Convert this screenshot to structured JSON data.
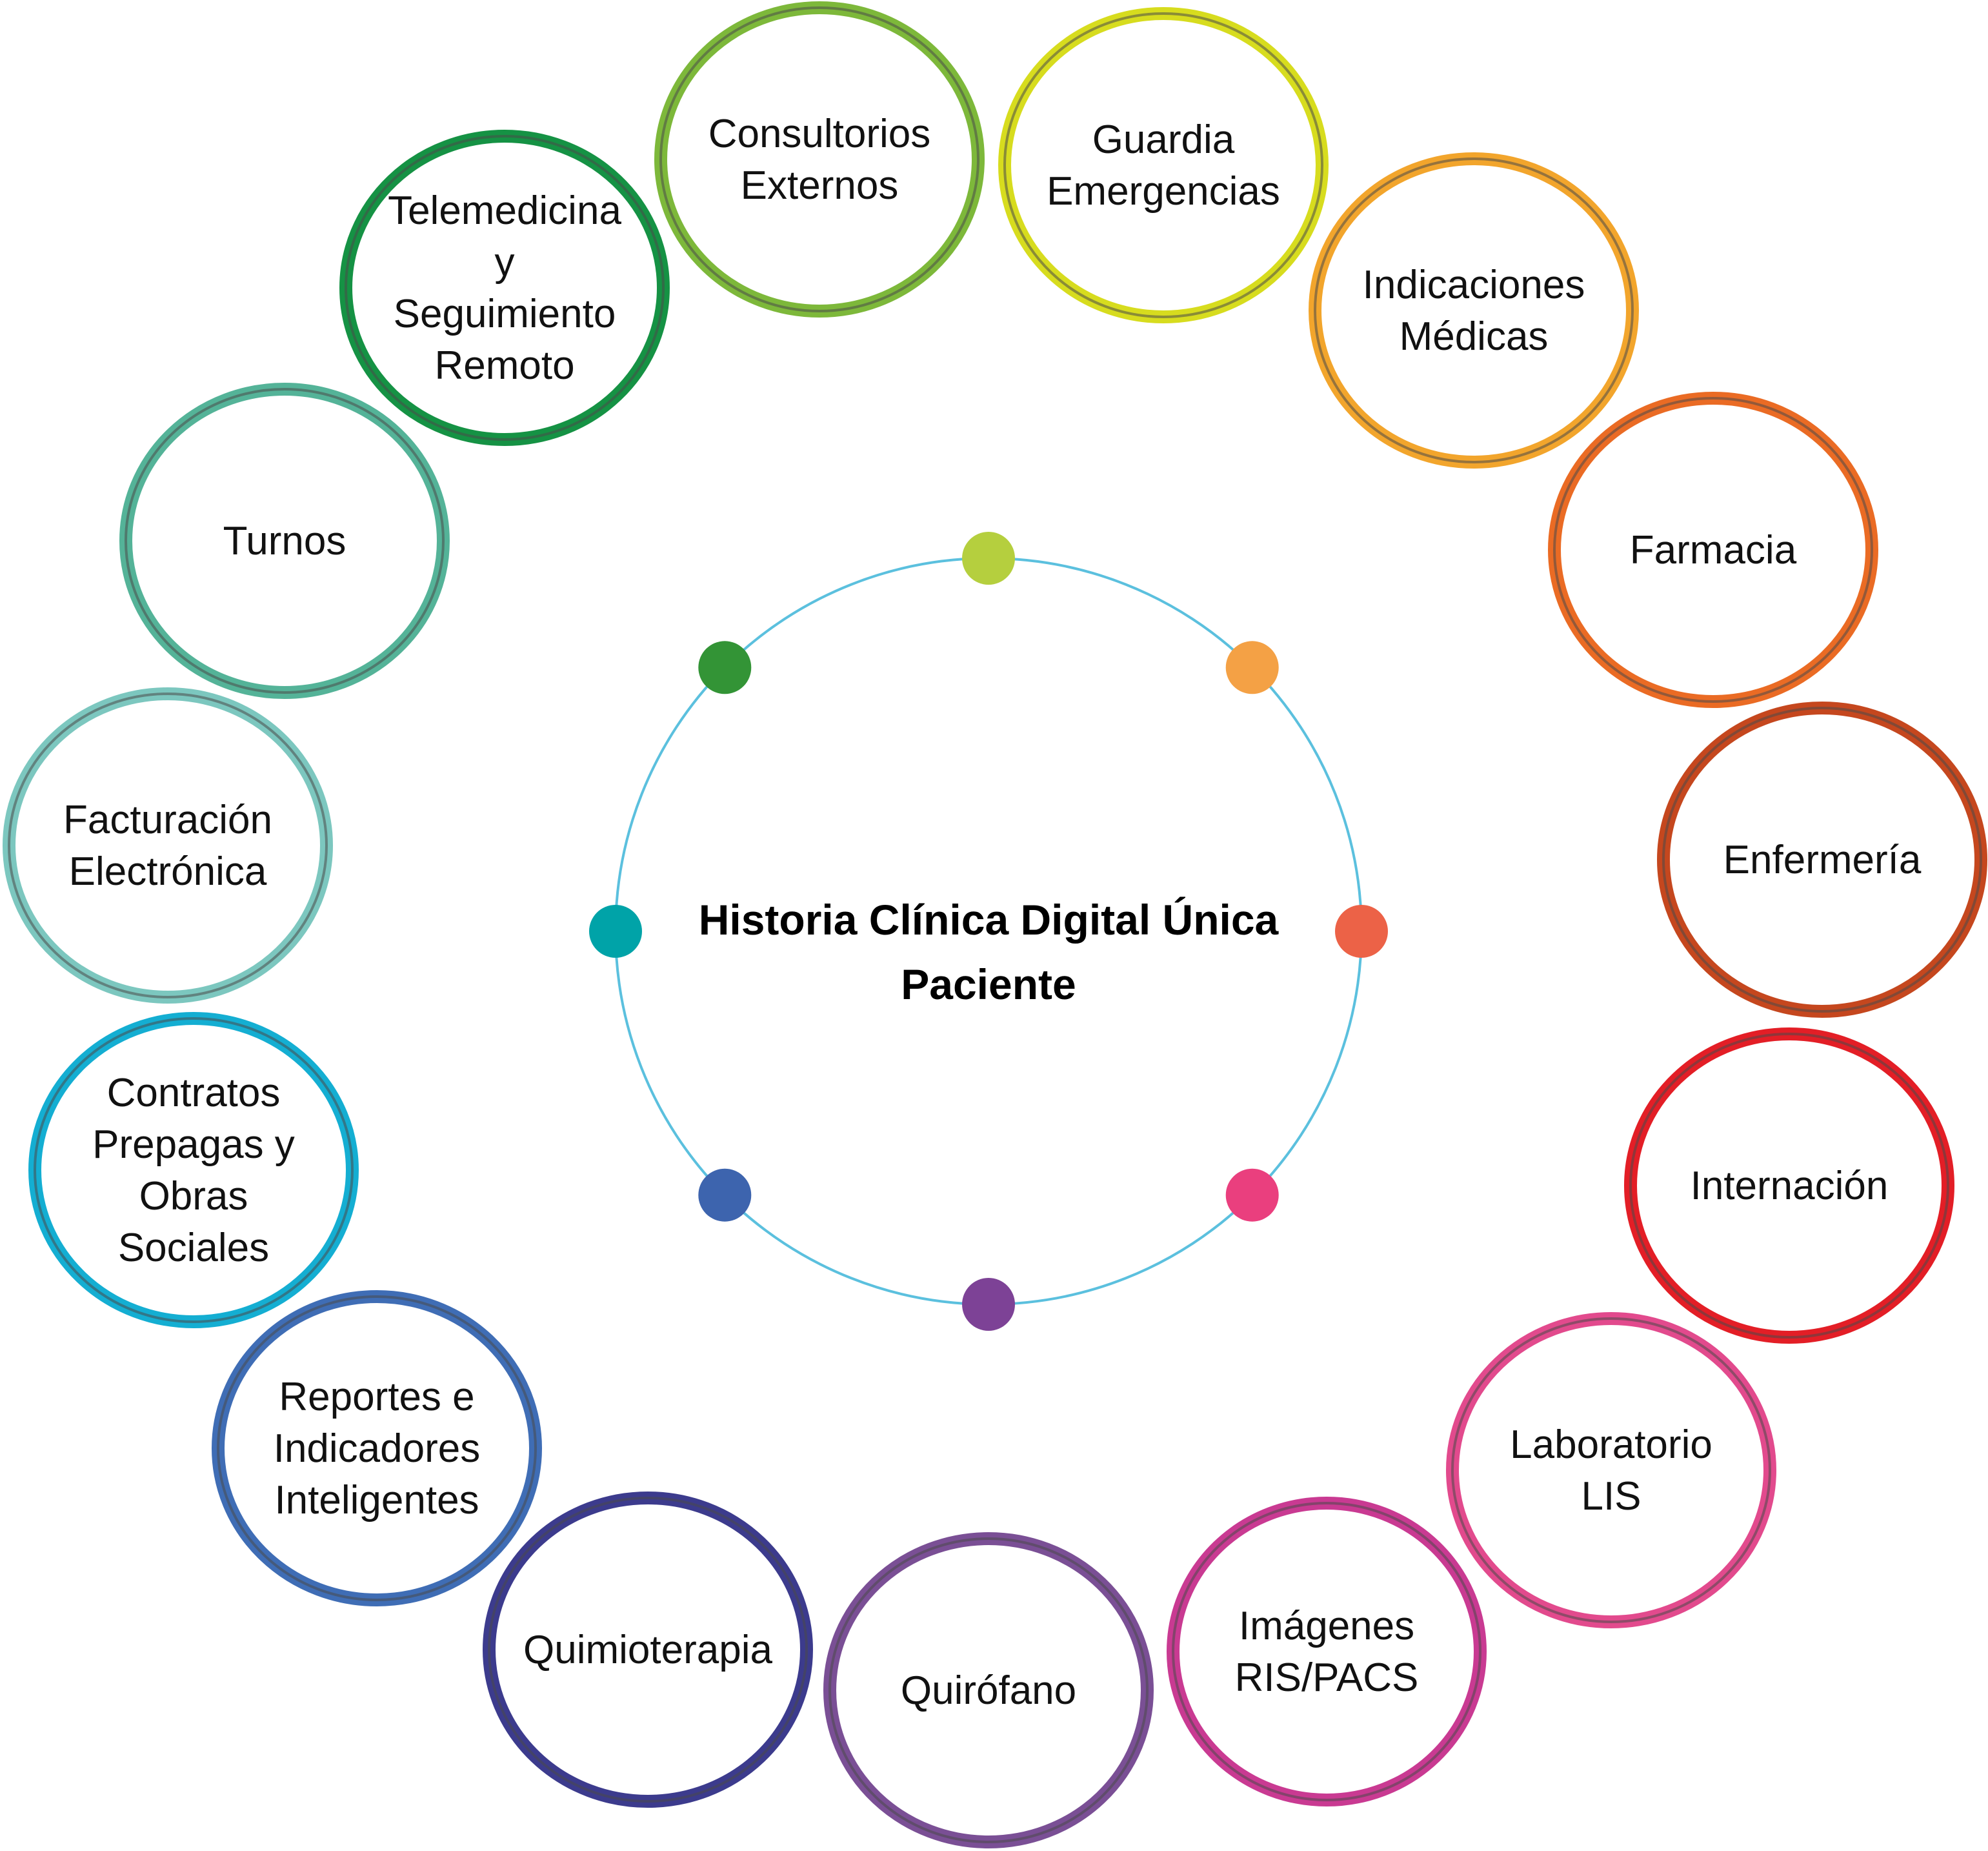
{
  "center": {
    "line1": "Historia Clínica Digital Única",
    "line2": "Paciente",
    "ring_color": "#5bc0de"
  },
  "dots": [
    {
      "name": "dot-top",
      "color": "#b5cf3e"
    },
    {
      "name": "dot-top-right",
      "color": "#f4a145"
    },
    {
      "name": "dot-right",
      "color": "#ec6247"
    },
    {
      "name": "dot-bottom-right",
      "color": "#ea3f7e"
    },
    {
      "name": "dot-bottom",
      "color": "#7d4296"
    },
    {
      "name": "dot-bottom-left",
      "color": "#3d64ae"
    },
    {
      "name": "dot-left",
      "color": "#00a3a8"
    },
    {
      "name": "dot-top-left",
      "color": "#339436"
    }
  ],
  "modules": [
    {
      "id": "consultorios-externos",
      "lines": [
        "Consultorios",
        "Externos"
      ],
      "color": "#7db83a"
    },
    {
      "id": "guardia-emergencias",
      "lines": [
        "Guardia",
        "Emergencias"
      ],
      "color": "#d7dc1e"
    },
    {
      "id": "indicaciones-medicas",
      "lines": [
        "Indicaciones",
        "Médicas"
      ],
      "color": "#f2a52c"
    },
    {
      "id": "farmacia",
      "lines": [
        "Farmacia"
      ],
      "color": "#ea6b24"
    },
    {
      "id": "enfermeria",
      "lines": [
        "Enfermería"
      ],
      "color": "#c5471e"
    },
    {
      "id": "internacion",
      "lines": [
        "Internación"
      ],
      "color": "#e31e26"
    },
    {
      "id": "laboratorio-lis",
      "lines": [
        "Laboratorio",
        "LIS"
      ],
      "color": "#e24a8d"
    },
    {
      "id": "imagenes-ris-pacs",
      "lines": [
        "Imágenes",
        "RIS/PACS"
      ],
      "color": "#c93a92"
    },
    {
      "id": "quirofano",
      "lines": [
        "Quirófano"
      ],
      "color": "#7a4f95"
    },
    {
      "id": "quimioterapia",
      "lines": [
        "Quimioterapia"
      ],
      "color": "#3c3b8d"
    },
    {
      "id": "reportes-indicadores",
      "lines": [
        "Reportes e",
        "Indicadores",
        "Inteligentes"
      ],
      "color": "#3f6db5"
    },
    {
      "id": "contratos-prepagas",
      "lines": [
        "Contratos",
        "Prepagas y",
        "Obras",
        "Sociales"
      ],
      "color": "#14aed2"
    },
    {
      "id": "facturacion-electronica",
      "lines": [
        "Facturación",
        "Electrónica"
      ],
      "color": "#7cc7bf"
    },
    {
      "id": "turnos",
      "lines": [
        "Turnos"
      ],
      "color": "#54b398"
    },
    {
      "id": "telemedicina",
      "lines": [
        "Telemedicina",
        "y",
        "Seguimiento",
        "Remoto"
      ],
      "color": "#159244"
    }
  ]
}
